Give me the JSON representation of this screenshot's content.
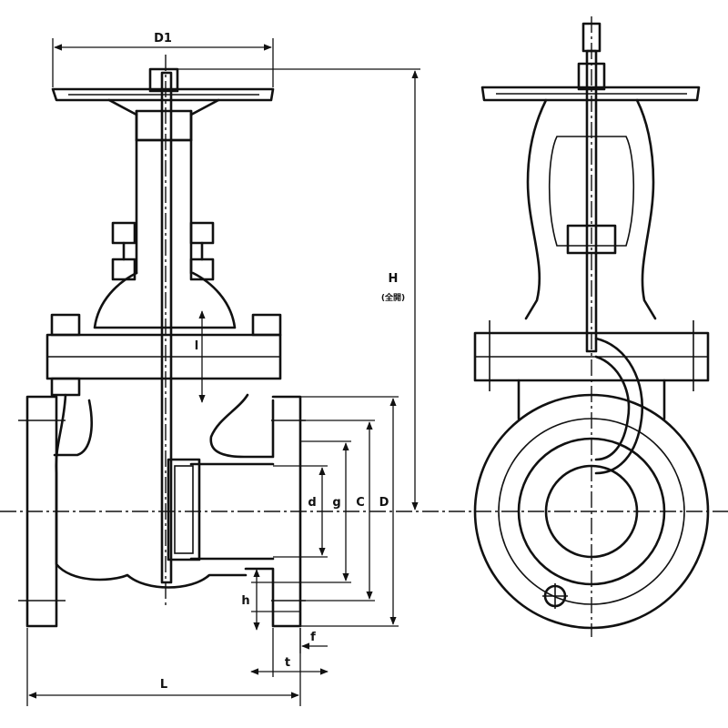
{
  "labels": {
    "D1": "D1",
    "H": "H",
    "H_open": "(全開)",
    "l": "l",
    "d": "d",
    "g": "g",
    "C": "C",
    "D": "D",
    "h": "h",
    "f": "f",
    "t": "t",
    "L": "L"
  },
  "colors": {
    "line": "#111111",
    "background": "#ffffff"
  }
}
